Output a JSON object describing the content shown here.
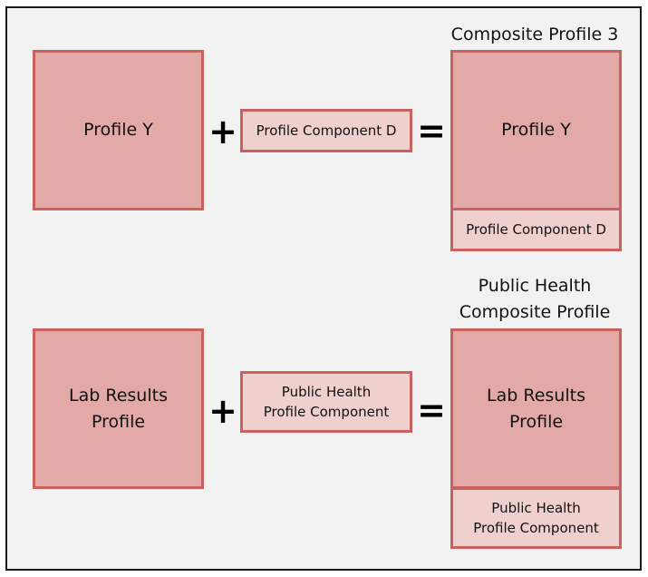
{
  "colors": {
    "background": "#f2f2f2",
    "frame_border": "#1a1a1a",
    "profile_fill": "#e3a9a7",
    "component_fill": "#f0d0cf",
    "box_border": "#c9625f"
  },
  "operators": {
    "plus": "+",
    "equals": "="
  },
  "row1": {
    "profile": "Profile Y",
    "component": "Profile Component D",
    "composite_title": "Composite Profile 3",
    "composite_profile": "Profile Y",
    "composite_component": "Profile Component D"
  },
  "row2": {
    "profile": "Lab Results\nProfile",
    "component": "Public Health\nProfile Component",
    "composite_title": "Public Health\nComposite Profile",
    "composite_profile": "Lab Results\nProfile",
    "composite_component": "Public Health\nProfile Component"
  }
}
